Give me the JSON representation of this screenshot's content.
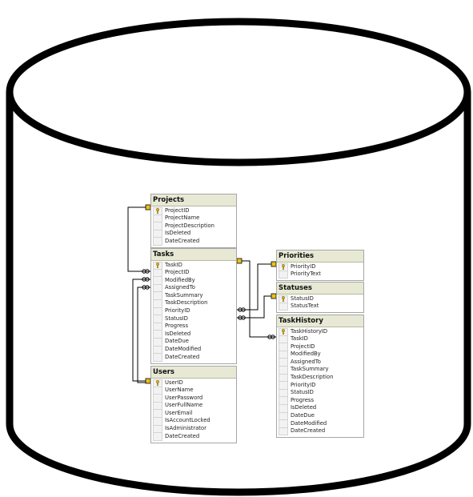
{
  "tables": [
    {
      "id": "projects",
      "title": "Projects",
      "fields": [
        "ProjectID",
        "ProjectName",
        "ProjectDescription",
        "IsDeleted",
        "DateCreated"
      ],
      "pk": [
        0
      ]
    },
    {
      "id": "tasks",
      "title": "Tasks",
      "fields": [
        "TaskID",
        "ProjectID",
        "ModifiedBy",
        "AssignedTo",
        "TaskSummary",
        "TaskDescription",
        "PriorityID",
        "StatusID",
        "Progress",
        "IsDeleted",
        "DateDue",
        "DateModified",
        "DateCreated"
      ],
      "pk": [
        0
      ]
    },
    {
      "id": "users",
      "title": "Users",
      "fields": [
        "UserID",
        "UserName",
        "UserPassword",
        "UserFullName",
        "UserEmail",
        "IsAccountLocked",
        "IsAdministrator",
        "DateCreated"
      ],
      "pk": [
        0
      ]
    },
    {
      "id": "priorities",
      "title": "Priorities",
      "fields": [
        "PriorityID",
        "PriorityText"
      ],
      "pk": [
        0
      ]
    },
    {
      "id": "statuses",
      "title": "Statuses",
      "fields": [
        "StatusID",
        "StatusText"
      ],
      "pk": [
        0
      ]
    },
    {
      "id": "taskhistory",
      "title": "TaskHistory",
      "fields": [
        "TaskHistoryID",
        "TaskID",
        "ProjectID",
        "ModifiedBy",
        "AssignedTo",
        "TaskSummary",
        "TaskDescription",
        "PriorityID",
        "StatusID",
        "Progress",
        "IsDeleted",
        "DateDue",
        "DateModified",
        "DateCreated"
      ],
      "pk": [
        0
      ]
    }
  ],
  "colors": {
    "header": "#e7e9d5",
    "key": "#d9b21a",
    "connector": "#000000",
    "cylinder_stroke": "#000000"
  }
}
